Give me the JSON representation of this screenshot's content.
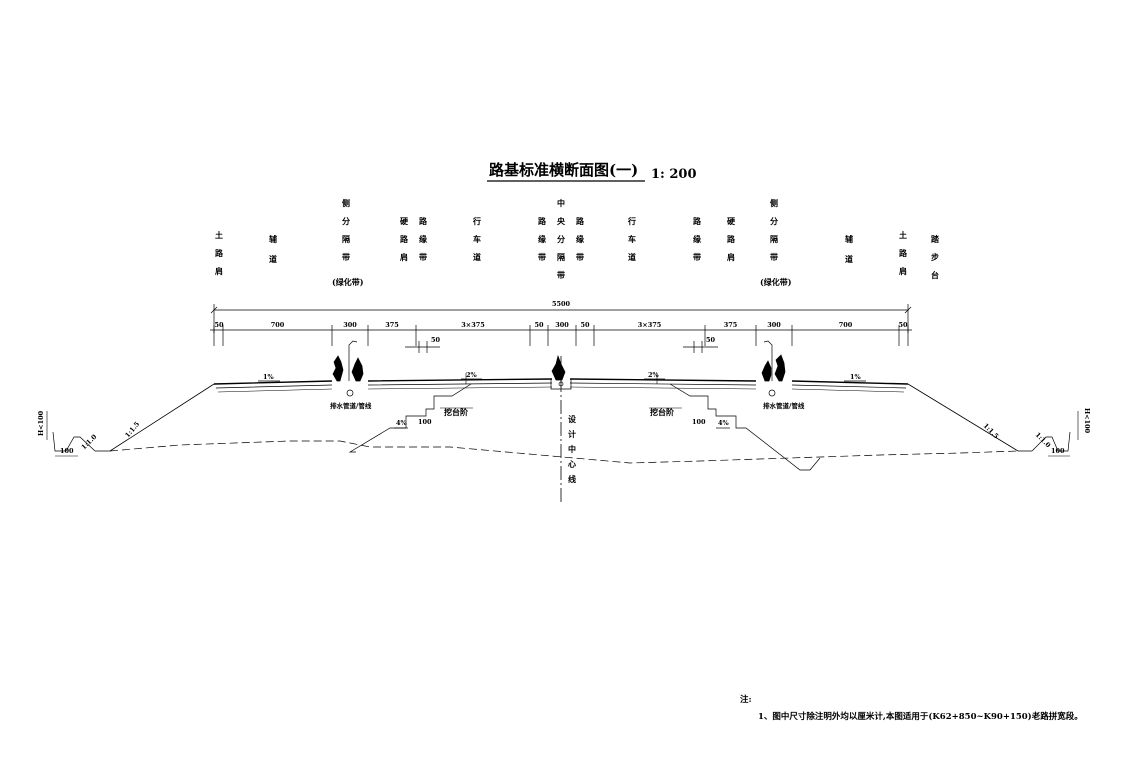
{
  "title": "路基标准横断面图(一)",
  "scale": "1: 200",
  "column_labels": [
    {
      "id": "shoulder-l",
      "text": "土路肩"
    },
    {
      "id": "aux-lane-l",
      "text": "辅道"
    },
    {
      "id": "side-divider-l",
      "text": "侧分隔带"
    },
    {
      "id": "hard-shoulder-l",
      "text": "硬路肩"
    },
    {
      "id": "edge-strip-l",
      "text": "路缘带"
    },
    {
      "id": "lane-l",
      "text": "行车道"
    },
    {
      "id": "edge-strip-cl",
      "text": "路缘带"
    },
    {
      "id": "median",
      "text": "中央分隔带"
    },
    {
      "id": "edge-strip-cr",
      "text": "路缘带"
    },
    {
      "id": "lane-r",
      "text": "行车道"
    },
    {
      "id": "edge-strip-r",
      "text": "路缘带"
    },
    {
      "id": "hard-shoulder-r",
      "text": "硬路肩"
    },
    {
      "id": "side-divider-r",
      "text": "侧分隔带"
    },
    {
      "id": "aux-lane-r",
      "text": "辅道"
    },
    {
      "id": "shoulder-r",
      "text": "土路肩"
    },
    {
      "id": "step",
      "text": "踏步台"
    }
  ],
  "greenbelt_label": "(绿化带)",
  "dimensions": {
    "total": "5500",
    "segments": [
      "50",
      "700",
      "300",
      "375",
      "3×375",
      "50",
      "300",
      "50",
      "3×375",
      "375",
      "300",
      "700",
      "50"
    ],
    "offset": "50",
    "ditch_width": "100",
    "ditch_height": "H<100",
    "bench_width": "100"
  },
  "slopes": {
    "cross_1": "1%",
    "cross_2": "2%",
    "bench": "4%",
    "fill": "1:1.5",
    "ditch": "1:1.0"
  },
  "callouts": {
    "drain_pipe": "排水管道/管线",
    "bench_cut": "挖台阶",
    "centerline": "设计中心线"
  },
  "notes": {
    "heading": "注:",
    "items": [
      "1、图中尺寸除注明外均以厘米计,本图适用于(K62+850~K90+150)老路拼宽段。"
    ]
  }
}
